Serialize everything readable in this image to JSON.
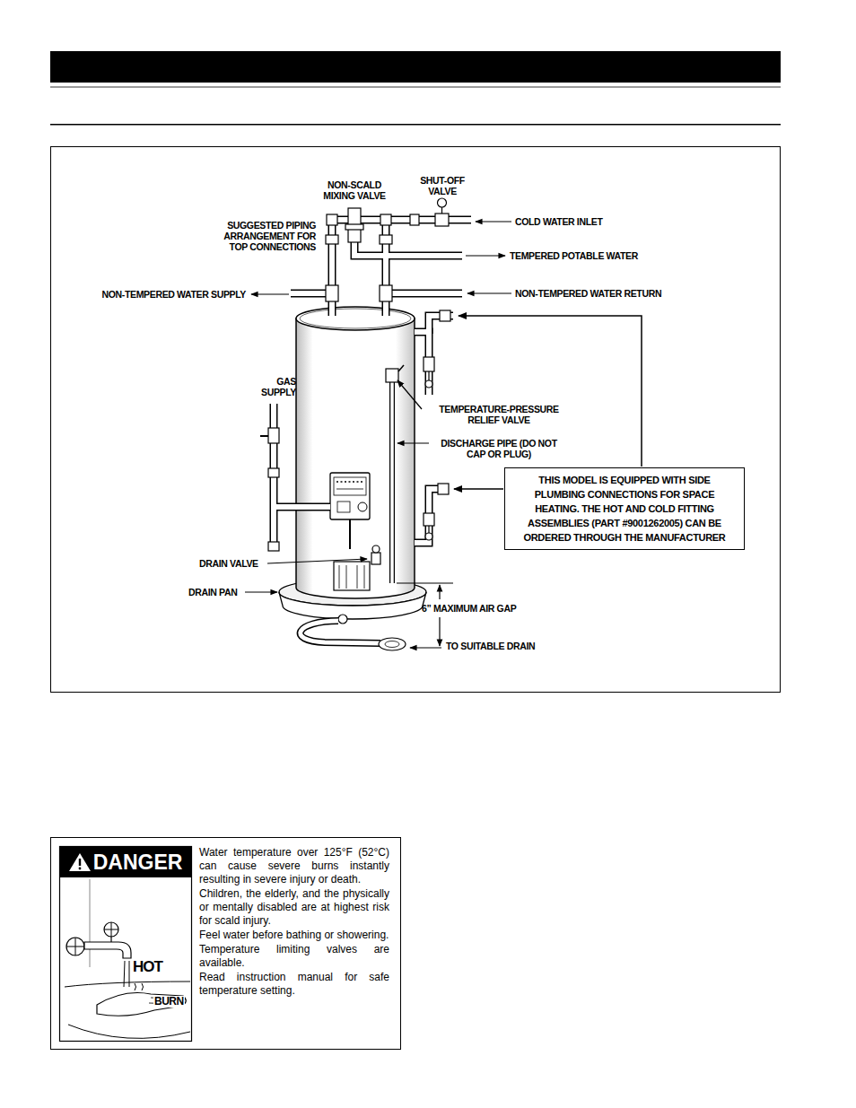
{
  "diagram": {
    "nodes": [
      {
        "text": [
          "THIS MODEL IS EQUIPPED WITH SIDE PLUMBING CONNECTIONS FOR SPACE HEATING. THE HOT AND COLD FITTING ASSEMBLIES (PART #9001262005) CAN BE ORDERED THROUGH THE MANUFACTURER"
        ]
      },
      {
        "text": [
          "DANGER",
          "Water temperature over 125°F (52°C) can cause severe burns instantly resulting in severe injury or death.",
          "Children, the elderly, and the physically or mentally disabled are at highest risk for scald injury.",
          "Feel water before bathing or showering.",
          "Temperature limiting valves are available.",
          "Read instruction manual for safe temperature setting."
        ]
      }
    ],
    "labels": [
      "NON-SCALD MIXING VALVE",
      "SHUT-OFF VALVE",
      "SUGGESTED PIPING ARRANGEMENT FOR TOP CONNECTIONS",
      "COLD WATER INLET",
      "TEMPERED POTABLE WATER",
      "NON-TEMPERED WATER SUPPLY",
      "NON-TEMPERED WATER RETURN",
      "GAS SUPPLY",
      "TEMPERATURE-PRESSURE RELIEF VALVE",
      "DISCHARGE PIPE (DO NOT CAP OR PLUG)",
      "DRAIN VALVE",
      "DRAIN PAN",
      "6” MAXIMUM AIR GAP",
      "TO SUITABLE DRAIN",
      "HOT",
      "BURN"
    ]
  }
}
